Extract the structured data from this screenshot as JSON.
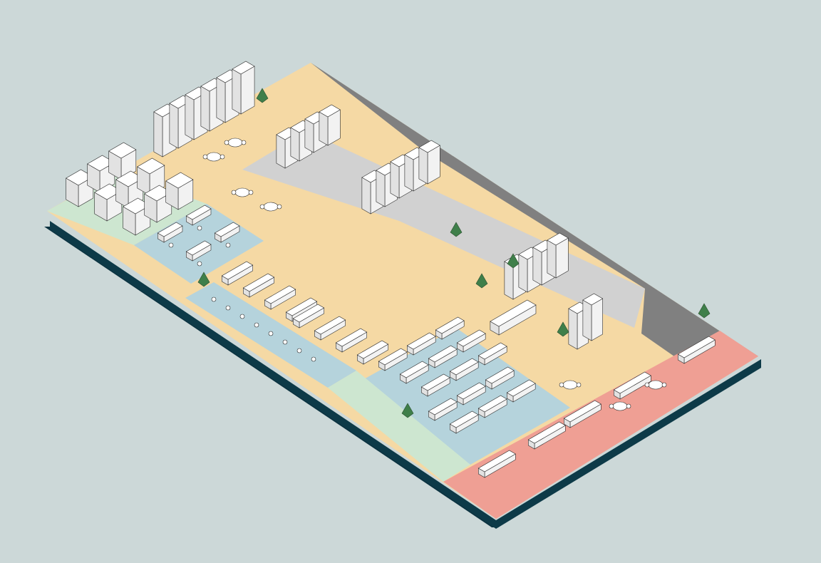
{
  "scene": {
    "kind": "isometric office floor plan",
    "colors": {
      "background": "#ccd8d8",
      "base_edge": "#0d3a48",
      "base_left": "#0b3240",
      "circulation": "#f5d9a4",
      "collaboration": "#b5d3dc",
      "quiet": "#cde6d0",
      "meeting": "#ef9f94",
      "storage": "#d1d1d1",
      "unfitted": "#808080",
      "furniture": "#ffffff",
      "outline": "#2a2a2a",
      "plants": "#3f7f4a"
    },
    "zones": [
      {
        "id": "unfitted-area",
        "color": "#808080"
      },
      {
        "id": "storage-area",
        "color": "#d1d1d1"
      },
      {
        "id": "circulation-area",
        "color": "#f5d9a4"
      },
      {
        "id": "focus-booths-area",
        "color": "#cde6d0"
      },
      {
        "id": "workstation-pods-area",
        "color": "#b5d3dc"
      },
      {
        "id": "bench-desks-area",
        "color": "#b5d3dc"
      },
      {
        "id": "training-room-area",
        "color": "#b5d3dc"
      },
      {
        "id": "lounge-chairs-area",
        "color": "#cde6d0"
      },
      {
        "id": "meeting-rooms-area",
        "color": "#ef9f94"
      }
    ]
  }
}
